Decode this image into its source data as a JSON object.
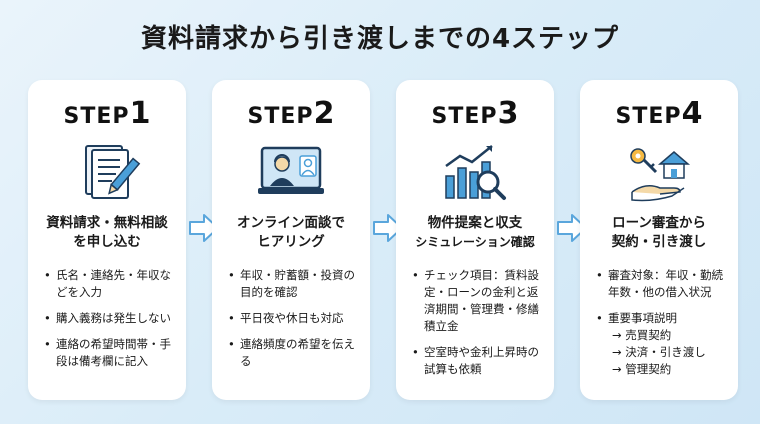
{
  "title": "資料請求から引き渡しまでの4ステップ",
  "colors": {
    "accent_navy": "#1f3d5c",
    "accent_blue": "#4a9fd8",
    "arrow_blue": "#5aa6dc"
  },
  "steps": [
    {
      "step_word": "STEP",
      "step_num": "1",
      "icon": "document-pen-icon",
      "heading": [
        "資料請求・無料相談",
        "を申し込む"
      ],
      "bullets": [
        "氏名・連絡先・年収などを入力",
        "購入義務は発生しない",
        "連絡の希望時間帯・手段は備考欄に記入"
      ]
    },
    {
      "step_word": "STEP",
      "step_num": "2",
      "icon": "online-meeting-icon",
      "heading": [
        "オンライン面談で",
        "ヒアリング"
      ],
      "bullets": [
        "年収・貯蓄額・投資の目的を確認",
        "平日夜や休日も対応",
        "連絡頻度の希望を伝える"
      ]
    },
    {
      "step_word": "STEP",
      "step_num": "3",
      "icon": "chart-magnifier-icon",
      "heading": [
        "物件提案と収支",
        "シミュレーション確認"
      ],
      "bullets": [
        "チェック項目：賃料設定・ローンの金利と返済期間・管理費・修繕積立金",
        "空室時や金利上昇時の試算も依頼"
      ]
    },
    {
      "step_word": "STEP",
      "step_num": "4",
      "icon": "hand-house-key-icon",
      "heading": [
        "ローン審査から",
        "契約・引き渡し"
      ],
      "bullets": [
        "審査対象：年収・勤続年数・他の借入状況",
        "重要事項説明"
      ],
      "sub_items": [
        "→ 売買契約",
        "→ 決済・引き渡し",
        "→ 管理契約"
      ]
    }
  ]
}
